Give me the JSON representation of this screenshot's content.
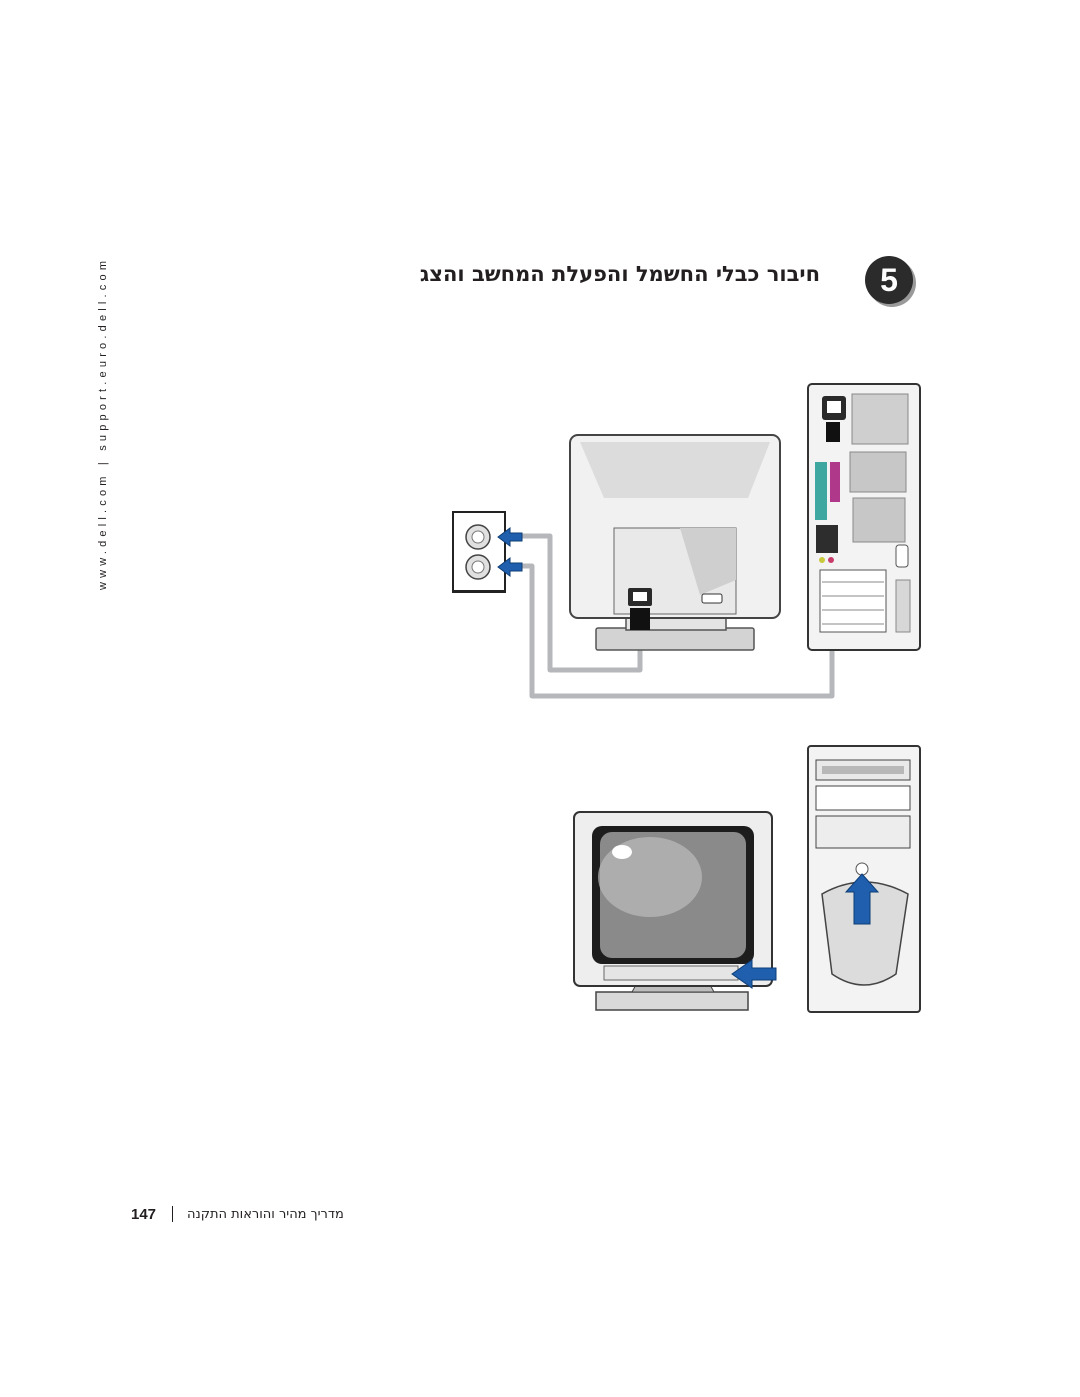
{
  "side_url": "www.dell.com | support.euro.dell.com",
  "step": {
    "number": "5",
    "title": "חיבור כבלי החשמל והפעלת המחשב והצג"
  },
  "figure": {
    "rear_view": {
      "icons": [
        "wall-outlet-icon",
        "monitor-rear-icon",
        "computer-rear-icon",
        "power-cable-icon",
        "arrow-icon"
      ]
    },
    "front_view": {
      "icons": [
        "monitor-front-icon",
        "computer-front-icon",
        "power-button-arrow-icon"
      ]
    },
    "arrow_color": "#1f5fae"
  },
  "footer": {
    "page_number": "147",
    "guide_title": "מדריך מהיר והוראות התקנה"
  }
}
